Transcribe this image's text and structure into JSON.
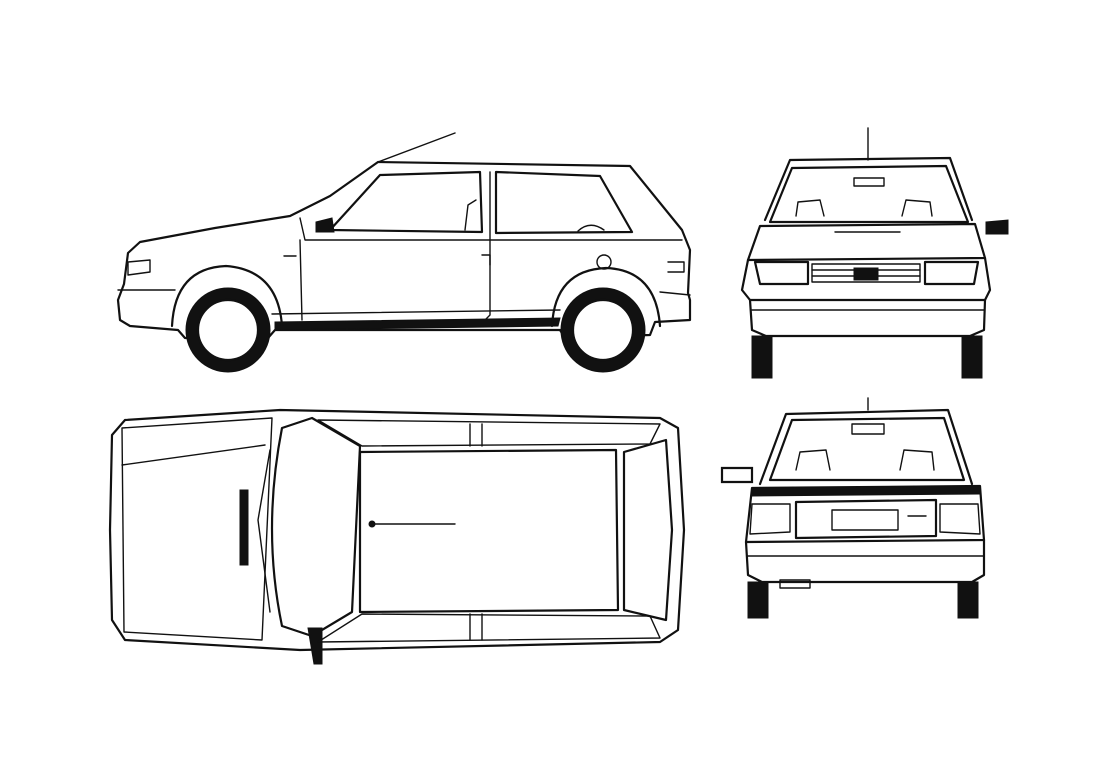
{
  "drawing": {
    "views": [
      "side",
      "front",
      "top",
      "rear"
    ],
    "ink_color": "#111111",
    "paper_color": "#ffffff"
  }
}
